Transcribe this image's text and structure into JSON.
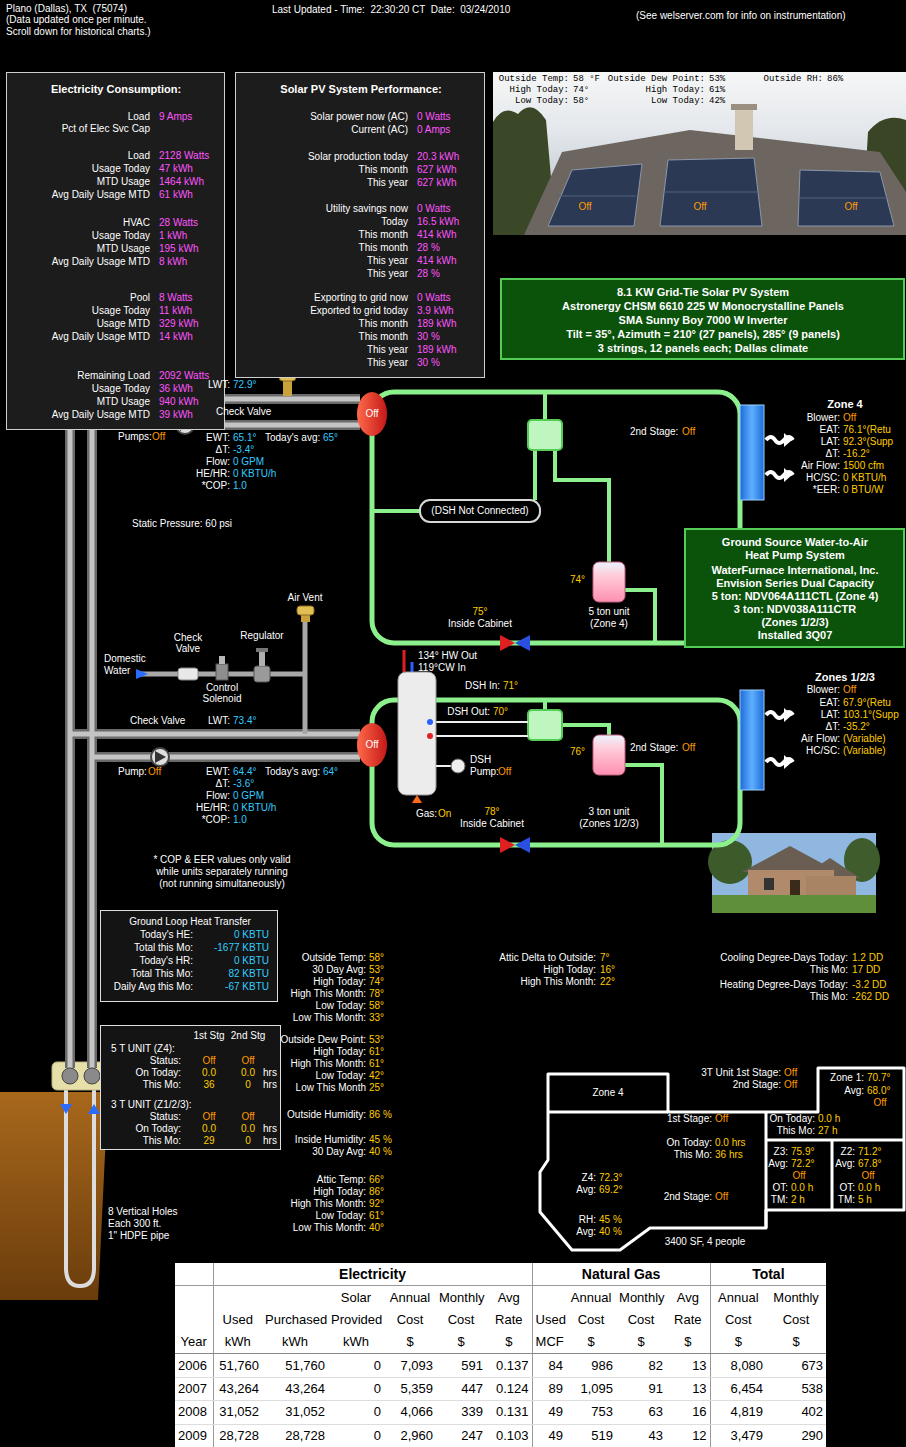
{
  "diagram": {
    "title": "Plano (Dallas), TX  (75074)",
    "nodes": [
      {
        "text": [
          "Electricity Consumption:",
          "Load",
          "9 Amps",
          "Pct of Elec Svc Cap",
          "Load",
          "2128 Watts",
          "Usage Today",
          "47 kWh",
          "MTD Usage",
          "1464 kWh",
          "Avg Daily Usage MTD",
          "61 kWh",
          "HVAC",
          "28 Watts",
          "Usage Today",
          "1 kWh",
          "MTD Usage",
          "195 kWh",
          "Avg Daily Usage MTD",
          "8 kWh",
          "Pool",
          "8 Watts",
          "Usage Today",
          "11 kWh",
          "Usage MTD",
          "329 kWh",
          "Avg Daily Usage MTD",
          "14 kWh",
          "Remaining Load",
          "2092 Watts",
          "Usage Today",
          "36 kWh",
          "MTD Usage",
          "940 kWh",
          "Avg Daily Usage MTD",
          "39 kWh"
        ]
      },
      {
        "text": [
          "Solar PV System Performance:",
          "Solar power now (AC)",
          "0 Watts",
          "Current (AC)",
          "0 Amps",
          "Solar production today",
          "20.3 kWh",
          "This month",
          "627 kWh",
          "This year",
          "627 kWh",
          "Utility savings now",
          "0 Watts",
          "Today",
          "16.5 kWh",
          "This month",
          "414 kWh",
          "This month",
          "28 %",
          "This year",
          "414 kWh",
          "This year",
          "28 %",
          "Exporting to grid now",
          "0 Watts",
          "Exported to grid today",
          "3.9 kWh",
          "This month",
          "189 kWh",
          "This month",
          "30 %",
          "This year",
          "189 kWh",
          "This year",
          "30 %"
        ]
      },
      {
        "text": [
          "Outside Temp:",
          "58 °F",
          "High Today:",
          "74°",
          "Low Today:",
          "58°",
          "Outside Dew Point:",
          "53%",
          "High Today:",
          "61%",
          "Low Today:",
          "42%",
          "Outside RH:",
          "86%",
          "Off",
          "Off",
          "Off"
        ]
      },
      {
        "text": [
          "8.1 KW Grid-Tie Solar PV System",
          "Astronergy CHSM 6610 225 W Monocrystalline Panels",
          "SMA Sunny Boy 7000 W Inverter",
          "Tilt = 35°, Azimuth = 210° (27 panels), 285° (9 panels)",
          "3 strings, 12 panels each; Dallas climate"
        ]
      },
      {
        "text": [
          "Ground Source Water-to-Air Heat Pump System",
          "WaterFurnace International, Inc.",
          "Envision Series Dual Capacity",
          "5 ton: NDV064A111CTL (Zone 4)",
          "3 ton: NDV038A111CTR",
          "(Zones 1/2/3)",
          "Installed 3Q07"
        ]
      },
      {
        "text": [
          "Ground Loop Heat Transfer",
          "Today's HE:",
          "0 KBTU",
          "Total this Mo:",
          "-1677 KBTU",
          "Today's HR:",
          "0 KBTU",
          "Total This Mo:",
          "82 KBTU",
          "Daily Avg this Mo:",
          "-67 KBTU"
        ]
      },
      {
        "text": [
          "1st Stg",
          "2nd Stg",
          "5 T UNIT (Z4):",
          "Status:",
          "Off",
          "Off",
          "On Today:",
          "0.0",
          "0.0",
          "hrs",
          "This Mo:",
          "36",
          "0",
          "hrs",
          "3 T UNIT (Z1/2/3):",
          "Status:",
          "Off",
          "Off",
          "On Today:",
          "0.0",
          "0.0",
          "hrs",
          "This Mo:",
          "29",
          "0",
          "hrs"
        ]
      },
      {
        "text": [
          "Electricity",
          "Natural Gas",
          "Total",
          "Solar",
          "Annual",
          "Monthly",
          "Avg",
          "Annual",
          "Monthly",
          "Avg",
          "Annual",
          "Monthly",
          "Used",
          "Purchased",
          "Provided",
          "Cost",
          "Cost",
          "Rate",
          "Used",
          "Cost",
          "Cost",
          "Rate",
          "Cost",
          "Cost",
          "Year",
          "kWh",
          "kWh",
          "kWh",
          "$",
          "$",
          "$",
          "MCF",
          "$",
          "$",
          "$",
          "$",
          "$",
          "2006",
          "51,760",
          "51,760",
          "0",
          "7,093",
          "591",
          "0.137",
          "84",
          "986",
          "82",
          "13",
          "8,080",
          "673",
          "2007",
          "43,264",
          "43,264",
          "0",
          "5,359",
          "447",
          "0.124",
          "89",
          "1,095",
          "91",
          "13",
          "6,454",
          "538",
          "2008",
          "31,052",
          "31,052",
          "0",
          "4,066",
          "339",
          "0.131",
          "49",
          "753",
          "63",
          "16",
          "4,819",
          "402",
          "2009",
          "28,728",
          "28,728",
          "0",
          "2,960",
          "247",
          "0.103",
          "49",
          "519",
          "43",
          "12",
          "3,479",
          "290"
        ]
      }
    ],
    "labels": [
      "(Data updated once per minute. Scroll down for historical charts.)",
      "Last Updated - Time:  22:30:20 CT  Date:  03/24/2010",
      "(See welserver.com for info on instrumentation)",
      "LWT:",
      "72.9°",
      "Check Valve",
      "Pumps:",
      "Off",
      "EWT:",
      "65.1°",
      "Today's avg:",
      "65°",
      "ΔT:",
      "-3.4°",
      "Flow:",
      "0 GPM",
      "HE/HR:",
      "0 KBTU/h",
      "*COP:",
      "1.0",
      "Off",
      "(DSH Not Connected)",
      "2nd Stage:",
      "Off",
      "74°",
      "5 ton unit",
      "(Zone 4)",
      "75°",
      "Inside Cabinet",
      "Zone 4",
      "Blower:",
      "Off",
      "EAT:",
      "76.1°(Retu",
      "LAT:",
      "92.3°(Supp",
      "ΔT:",
      "-16.2°",
      "Air Flow:",
      "1500 cfm",
      "HC/SC:",
      "0 KBTU/h",
      "*EER:",
      "0 BTU/W",
      "Static Pressure: 60 psi",
      "Air Vent",
      "Check",
      "Valve",
      "Regulator",
      "Domestic",
      "Water",
      "Control",
      "Solenoid",
      "134° HW Out",
      "119°CW In",
      "DSH In:",
      "71°",
      "Check Valve",
      "LWT:",
      "73.4°",
      "DSH Out:",
      "70°",
      "Zones 1/2/3",
      "Blower:",
      "Off",
      "EAT:",
      "67.9°(Retu",
      "LAT:",
      "103.1°(Supp",
      "ΔT:",
      "-35.2°",
      "Air Flow:",
      "(Variable)",
      "HC/SC:",
      "(Variable)",
      "Off",
      "2nd Stage:",
      "Off",
      "76°",
      "Pump:",
      "Off",
      "EWT:",
      "64.4°",
      "Today's avg:",
      "64°",
      "ΔT:",
      "-3.6°",
      "Flow:",
      "0 GPM",
      "HE/HR:",
      "0 KBTU/h",
      "*COP:",
      "1.0",
      "DSH",
      "Pump:",
      "Off",
      "Gas:",
      "On",
      "78°",
      "3 ton unit",
      "Inside Cabinet",
      "(Zones 1/2/3)",
      "* COP & EER values only valid while units separately running (not running simultaneously)",
      "Outside Temp:",
      "58°",
      "30 Day Avg:",
      "53°",
      "High Today:",
      "74°",
      "High This Month:",
      "78°",
      "Low Today:",
      "58°",
      "Low This Month:",
      "33°",
      "Outside Dew Point:",
      "53°",
      "High Today:",
      "61°",
      "High This Month:",
      "61°",
      "Low Today:",
      "42°",
      "Low This Month",
      "25°",
      "Outside Humidity:",
      "86 %",
      "Inside Humidity:",
      "45 %",
      "30 Day Avg:",
      "40 %",
      "Attic Temp:",
      "66°",
      "High Today:",
      "86°",
      "High This Month:",
      "92°",
      "Low Today:",
      "61°",
      "Low This Month:",
      "40°",
      "Attic Delta to Outside:",
      "7°",
      "High Today:",
      "16°",
      "High This Month:",
      "22°",
      "Cooling Degree-Days Today:",
      "1.2 DD",
      "This Mo:",
      "17 DD",
      "Heating Degree-Days Today:",
      "-3.2 DD",
      "This Mo:",
      "-262 DD",
      "3T Unit 1st Stage:",
      "Off",
      "2nd Stage:",
      "Off",
      "Zone 1:",
      "70.7°",
      "Avg:",
      "68.0°",
      "Off",
      "Zone 4",
      "1st Stage:",
      "Off",
      "On Today:",
      "0.0 h",
      "This Mo:",
      "27 h",
      "On Today:",
      "0.0 hrs",
      "This Mo:",
      "36 hrs",
      "Z3:",
      "75.9°",
      "Avg:",
      "72.2°",
      "Off",
      "OT:",
      "0.0 h",
      "TM:",
      "2 h",
      "Z2:",
      "71.2°",
      "Avg:",
      "67.8°",
      "Off",
      "OT:",
      "0.0 h",
      "TM:",
      "5 h",
      "Z4:",
      "72.3°",
      "Avg:",
      "69.2°",
      "2nd Stage:",
      "Off",
      "RH:",
      "45 %",
      "Avg:",
      "40 %",
      "3400 SF, 4 people",
      "8 Vertical Holes",
      "Each 300 ft.",
      "1\" HDPE pipe"
    ]
  }
}
